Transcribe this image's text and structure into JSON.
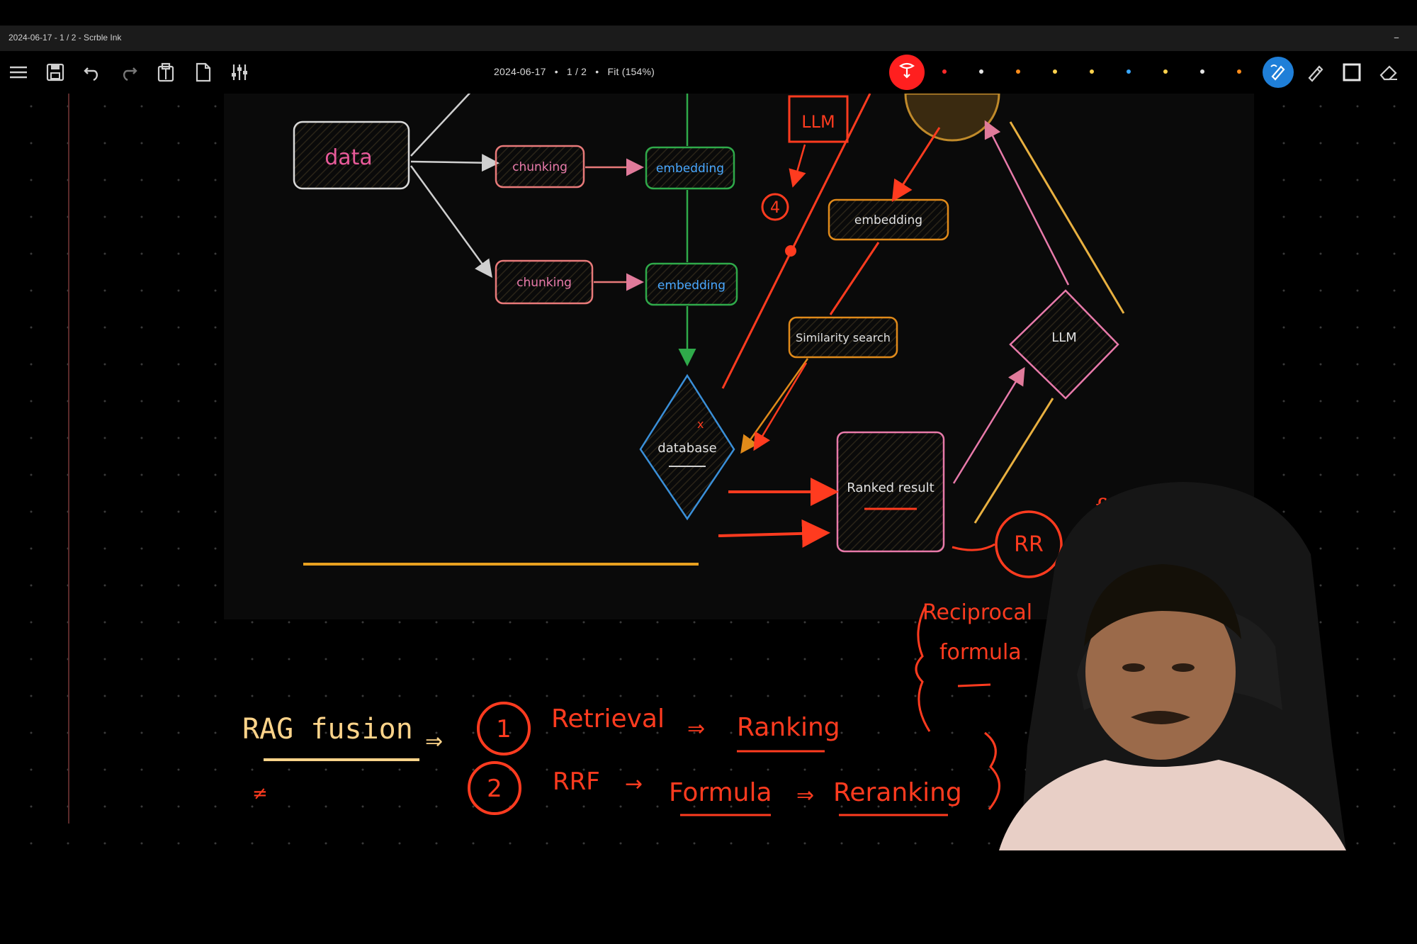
{
  "window": {
    "title": "2024-06-17 - 1 / 2 - Scrble Ink",
    "minimize_symbol": "–"
  },
  "toolbar": {
    "icons": [
      "menu-icon",
      "save-icon",
      "undo-icon",
      "redo-icon",
      "clipboard-icon",
      "new-page-icon",
      "sliders-icon"
    ],
    "doc_date": "2024-06-17",
    "separator": "•",
    "page": "1 / 2",
    "zoom": "Fit (154%)",
    "palette_colors": [
      "#ff2a2a",
      "#e6e6e6",
      "#ff8c1a",
      "#ffd24d",
      "#ffd24d",
      "#39a7ff",
      "#ffd24d",
      "#e6e6e6",
      "#ff8c1a"
    ],
    "tools": [
      "lasso-icon",
      "pen-icon",
      "highlighter-icon",
      "shape-icon",
      "eraser-icon"
    ],
    "accent_red": "#ff1f1f",
    "accent_blue": "#1f7fd8"
  },
  "diagram": {
    "data_box": "data",
    "chunking_1": "chunking",
    "chunking_2": "chunking",
    "embedding_1": "embedding",
    "embedding_2": "embedding",
    "embedding_3": "embedding",
    "similarity_search": "Similarity search",
    "database": "database",
    "ranked_result": "Ranked result",
    "llm_diamond": "LLM",
    "llm_box": "LLM",
    "step_marker": "4"
  },
  "annotations": {
    "rr_circle": "RR",
    "fusion_partial": "fu",
    "reciprocal": "Reciprocal",
    "formula": "formula",
    "rag_fusion": "RAG fusion",
    "arrow_double": "⇒",
    "step1_num": "1",
    "step1_a": "Retrieval",
    "step1_b": "Ranking",
    "step2_num": "2",
    "step2_a": "RRF",
    "step2_b": "Formula",
    "step2_c": "Reranking"
  }
}
